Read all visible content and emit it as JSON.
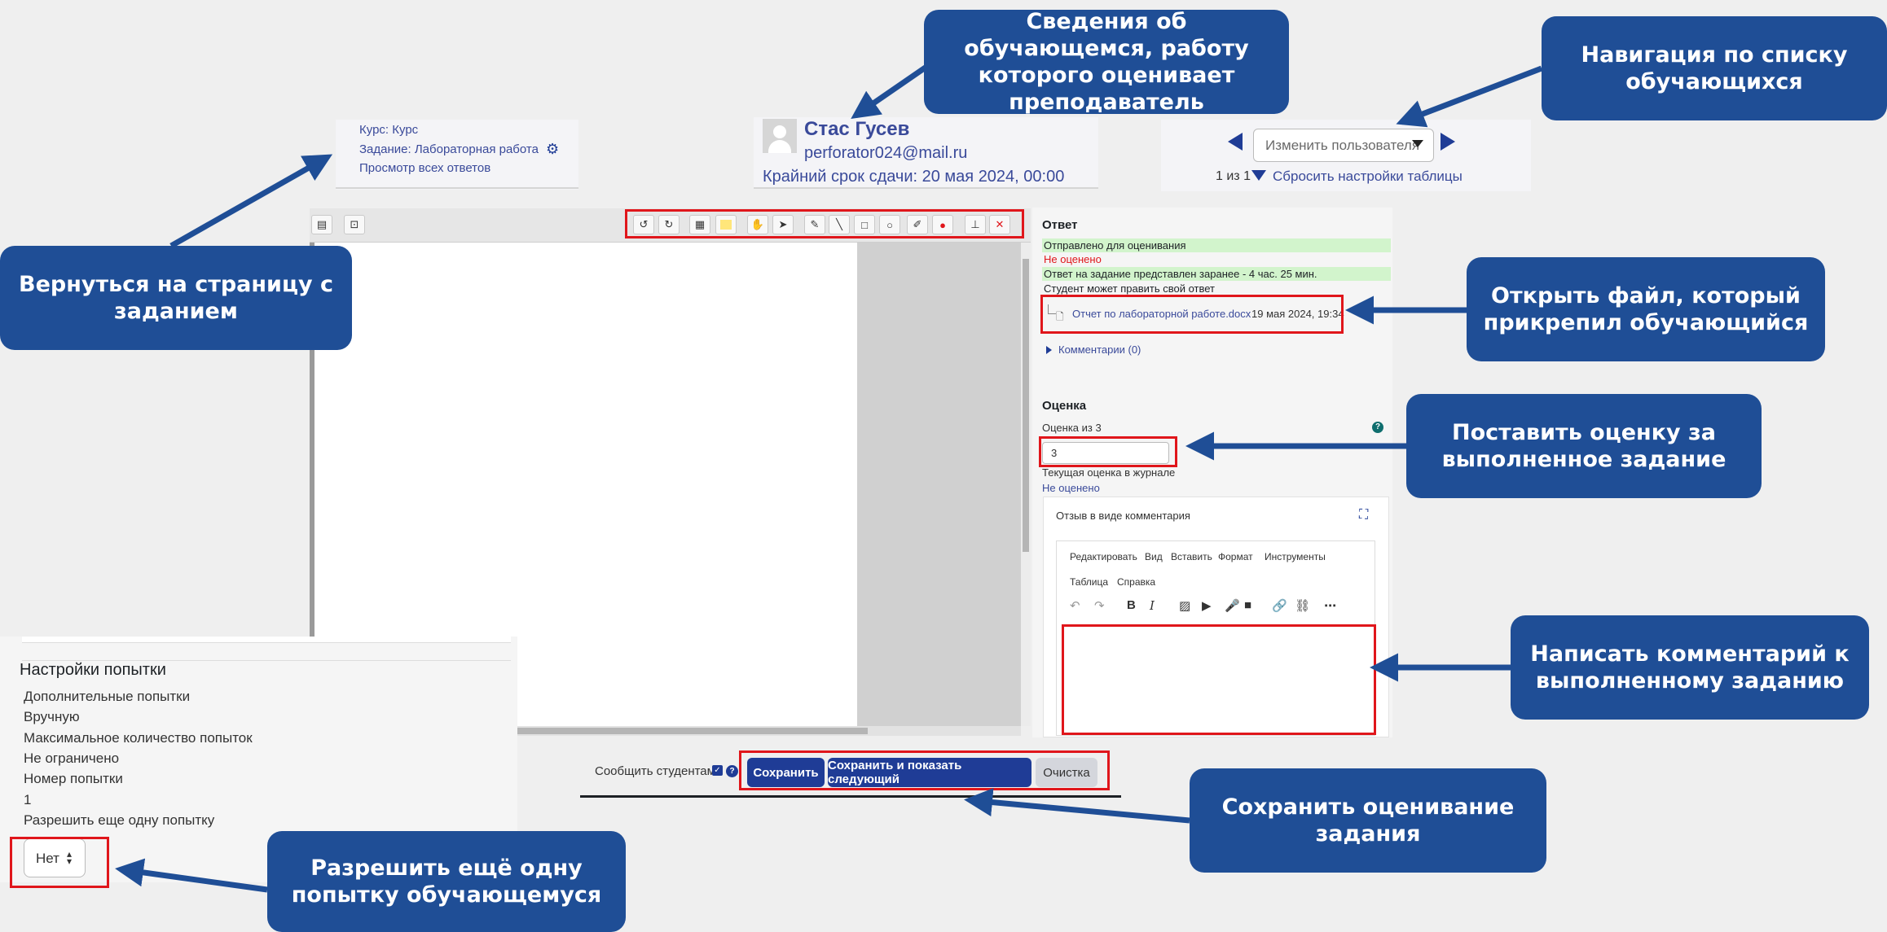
{
  "header": {
    "course_link": "Курс: Курс",
    "assignment_link": "Задание: Лабораторная работа",
    "view_all": "Просмотр всех ответов",
    "student_name": "Стас Гусев",
    "student_email": "perforator024@mail.ru",
    "deadline": "Крайний срок сдачи: 20 мая 2024, 00:00",
    "user_select_placeholder": "Изменить пользователя",
    "pagination": "1 из 1",
    "reset_table": "Сбросить настройки таблицы"
  },
  "response": {
    "heading": "Ответ",
    "submitted": "Отправлено для оценивания",
    "not_graded": "Не оценено",
    "early": "Ответ на задание представлен заранее - 4 час. 25 мин.",
    "can_edit": "Студент может править свой ответ",
    "file_name": "Отчет по лабораторной работе.docx",
    "file_date": "19 мая 2024, 19:34",
    "comments": "Комментарии (0)"
  },
  "grade": {
    "heading": "Оценка",
    "label": "Оценка из 3",
    "value": "3",
    "gradebook_label": "Текущая оценка в журнале",
    "gradebook_value": "Не оценено",
    "feedback_label": "Отзыв в виде комментария"
  },
  "editor": {
    "menu": [
      "Редактировать",
      "Вид",
      "Вставить",
      "Формат",
      "Инструменты",
      "Таблица",
      "Справка"
    ]
  },
  "attempt": {
    "heading": "Настройки попытки",
    "rows": [
      "Дополнительные попытки",
      "Вручную",
      "Максимальное количество попыток",
      "Не ограничено",
      "Номер попытки",
      "1",
      "Разрешить еще одну попытку"
    ],
    "select_value": "Нет"
  },
  "footer": {
    "notify_label": "Сообщить студентам",
    "save": "Сохранить",
    "save_next": "Сохранить и показать следующий",
    "reset": "Очистка"
  },
  "callouts": {
    "student_info": "Сведения об обучающемся, работу которого оценивает преподаватель",
    "navigation": "Навигация по списку обучающихся",
    "back": "Вернуться на страницу с заданием",
    "open_file": "Открыть файл, который прикрепил обучающийся",
    "grade": "Поставить оценку за выполненное задание",
    "comment": "Написать комментарий к выполненному заданию",
    "save": "Сохранить оценивание задания",
    "allow_attempt": "Разрешить ещё одну попытку обучающемуся"
  },
  "colors": {
    "callout": "#1f4e96",
    "highlight": "#e0161b",
    "button": "#1f3c96",
    "status_green": "#d2f4cc"
  }
}
